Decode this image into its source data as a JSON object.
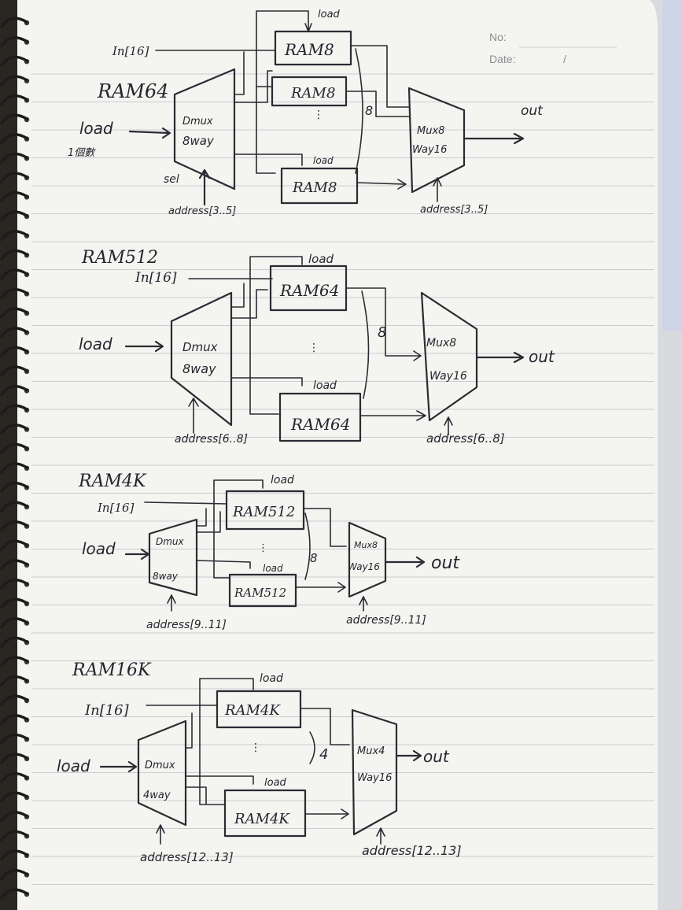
{
  "header": {
    "no_label": "No:",
    "date_label": "Date:",
    "date_slash": "/"
  },
  "colors": {
    "paper": "#f4f4f1",
    "ink": "#2b2b33",
    "rule_lines": "#c9ccd1",
    "spiral": "#1c1c1c",
    "background": "#2a2622"
  },
  "diagrams": [
    {
      "title": "RAM64",
      "input": "In[16]",
      "load": "load",
      "load_note": "1個數",
      "dmux": [
        "Dmux",
        "8way"
      ],
      "sel": "sel",
      "top_block": "RAM8",
      "second_block": "RAM8",
      "bottom_block": "RAM8",
      "top_load": "load",
      "bottom_load": "load",
      "bus_width": "8",
      "mux": [
        "Mux8",
        "Way16"
      ],
      "output": "out",
      "dmux_address": "address[3..5]",
      "mux_address": "address[3..5]"
    },
    {
      "title": "RAM512",
      "input": "In[16]",
      "load": "load",
      "dmux": [
        "Dmux",
        "8way"
      ],
      "top_block": "RAM64",
      "bottom_block": "RAM64",
      "top_load": "load",
      "bottom_load": "load",
      "bus_width": "8",
      "mux": [
        "Mux8",
        "Way16"
      ],
      "output": "out",
      "dmux_address": "address[6..8]",
      "mux_address": "address[6..8]"
    },
    {
      "title": "RAM4K",
      "input": "In[16]",
      "load": "load",
      "dmux": [
        "Dmux",
        "8way"
      ],
      "top_block": "RAM512",
      "bottom_block": "RAM512",
      "top_load": "load",
      "bottom_load": "load",
      "bus_width": "8",
      "mux": [
        "Mux8",
        "Way16"
      ],
      "output": "out",
      "dmux_address": "address[9..11]",
      "mux_address": "address[9..11]"
    },
    {
      "title": "RAM16K",
      "input": "In[16]",
      "load": "load",
      "dmux": [
        "Dmux",
        "4way"
      ],
      "top_block": "RAM4K",
      "bottom_block": "RAM4K",
      "top_load": "load",
      "bottom_load": "load",
      "bus_width": "4",
      "mux": [
        "Mux4",
        "Way16"
      ],
      "output": "out",
      "dmux_address": "address[12..13]",
      "mux_address": "address[12..13]"
    }
  ]
}
